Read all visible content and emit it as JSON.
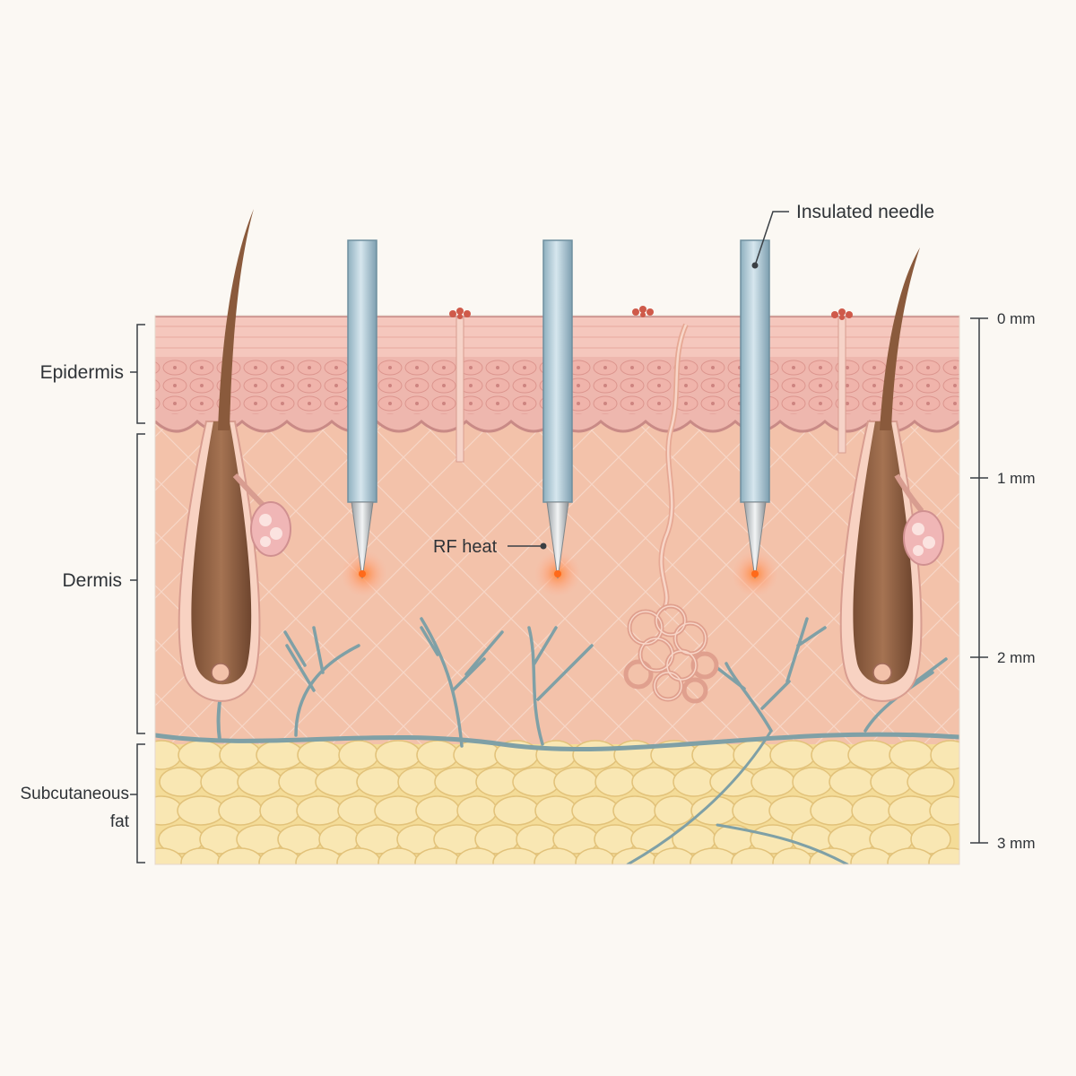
{
  "layers": {
    "epidermis": "Epidermis",
    "dermis": "Dermis",
    "subcutaneous_line1": "Subcutaneous",
    "subcutaneous_line2": "fat"
  },
  "callouts": {
    "needle": "Insulated needle",
    "heat": "RF heat"
  },
  "depth_scale": {
    "ticks": [
      "0 mm",
      "1 mm",
      "2 mm",
      "3 mm"
    ]
  },
  "colors": {
    "background": "#fbf8f3",
    "epidermis": "#eeb7ae",
    "dermis": "#f3c2aa",
    "fat": "#f4dc98",
    "vessel": "#7fa0a6",
    "needle": "#a9c4d1",
    "heat": "#ff7a3c"
  }
}
